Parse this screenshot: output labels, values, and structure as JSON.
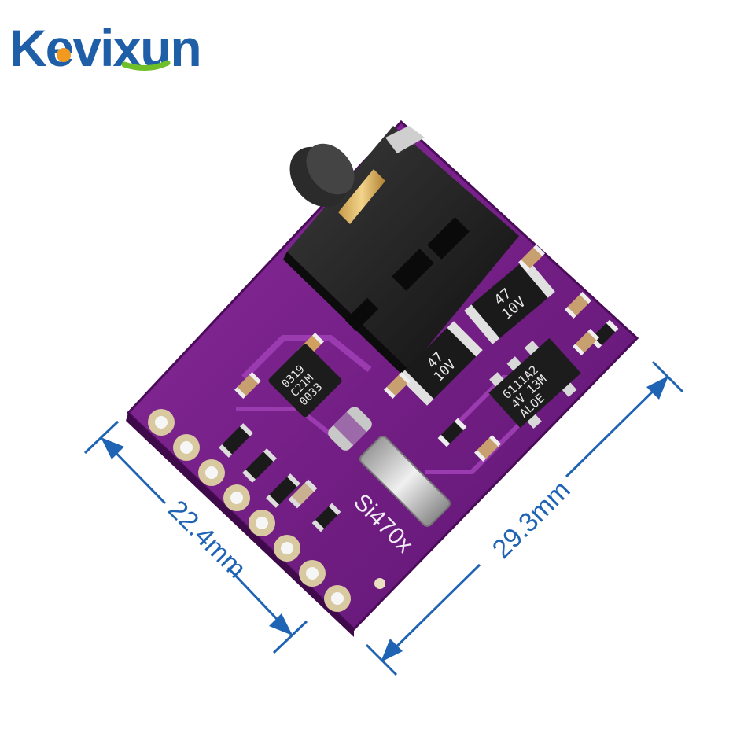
{
  "brand": {
    "name": "Kevixun",
    "colors": {
      "blue": "#1f5fa8",
      "orange": "#f29a1f",
      "green": "#6fbf2a"
    }
  },
  "board": {
    "silkscreen": "Si470x",
    "ic_marking": [
      "0319",
      "C21M",
      "0033"
    ],
    "capacitor_a": [
      "47",
      "10V"
    ],
    "capacitor_b": [
      "47",
      "10V"
    ],
    "regulator_marking": [
      "6111A2",
      "4V 13M",
      "ALOE"
    ],
    "pcb_color": "#7a1a8c"
  },
  "dimensions": {
    "left": "22.4mm",
    "right": "29.3mm",
    "color": "#1f63b4"
  }
}
